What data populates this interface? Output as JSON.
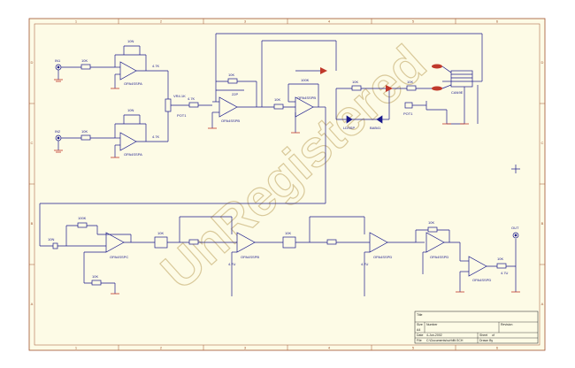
{
  "frame": {
    "columns": [
      "1",
      "2",
      "3",
      "4",
      "5",
      "6"
    ],
    "rows": [
      "D",
      "C",
      "B",
      "A"
    ]
  },
  "colors": {
    "sheet": "#fdfbe6",
    "border": "#a0522d",
    "wire": "#1a1a8c",
    "ground": "#c0392b",
    "connector": "#c0392b"
  },
  "watermark": "UnRegistered",
  "components": {
    "opamp_1a": "OPA4SSPA",
    "opamp_1b": "OPA4SSPA",
    "opamp_mid1": "OPA4SSPB",
    "opamp_mid2": "OPA4SSPB",
    "opamp_b1": "OPA4SSPC",
    "opamp_b2": "OPA4SSPB",
    "opamp_b3": "OPA4SSPD",
    "opamp_b4": "OPA4SSPD",
    "opamp_b5": "OPA4SSPD",
    "pot_vr": "VR4.1K",
    "pot_vr_ref": "POT1",
    "diode_a": "LDSSP",
    "diode_b": "BAB41",
    "led": "POT1",
    "connector": "CAN9E",
    "in_left_top": "IN1",
    "in_left_bot": "IN2",
    "out_right": "OUT",
    "res_10k": "10K",
    "res_47k": "4.7K",
    "res_100k": "100K",
    "cap_10n": "10N",
    "cap_22p": "22P",
    "cap_4u7": "4.7U"
  },
  "title_block": {
    "title_label": "Title",
    "size_label": "Size",
    "size_value": "A4",
    "number_label": "Number",
    "revision_label": "Revision",
    "date_label": "Date",
    "date_value": "4-Jun-2002",
    "sheet_label": "Sheet",
    "sheet_value": "of",
    "file_label": "File",
    "file_value": "C:\\Documents\\sch\\filt.SCH",
    "drawn_label": "Drawn By"
  }
}
